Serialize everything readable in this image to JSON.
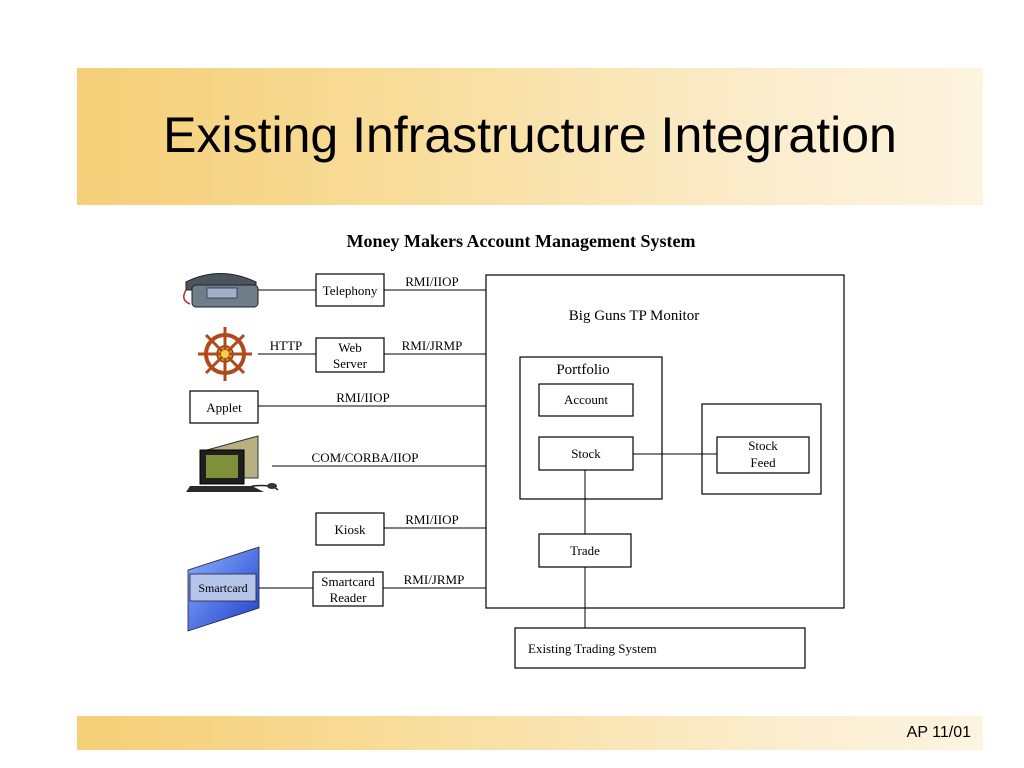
{
  "slide": {
    "title": "Existing Infrastructure Integration",
    "footer": "AP 11/01"
  },
  "diagram": {
    "heading": "Money Makers Account Management System",
    "tp_monitor": "Big Guns TP Monitor",
    "portfolio": "Portfolio",
    "account": "Account",
    "stock": "Stock",
    "stock_feed_line1": "Stock",
    "stock_feed_line2": "Feed",
    "trade": "Trade",
    "existing_trading": "Existing Trading System",
    "telephony": "Telephony",
    "web_server_line1": "Web",
    "web_server_line2": "Server",
    "applet": "Applet",
    "kiosk": "Kiosk",
    "smartcard_reader_line1": "Smartcard",
    "smartcard_reader_line2": "Reader",
    "smartcard": "Smartcard",
    "proto_telephony": "RMI/IIOP",
    "proto_http": "HTTP",
    "proto_web": "RMI/JRMP",
    "proto_applet": "RMI/IIOP",
    "proto_com": "COM/CORBA/IIOP",
    "proto_kiosk": "RMI/IIOP",
    "proto_smartcard": "RMI/JRMP"
  },
  "icons": {
    "phone": "telephone-icon",
    "wheel": "ships-wheel-icon",
    "computer": "computer-icon",
    "card": "smartcard-icon"
  }
}
